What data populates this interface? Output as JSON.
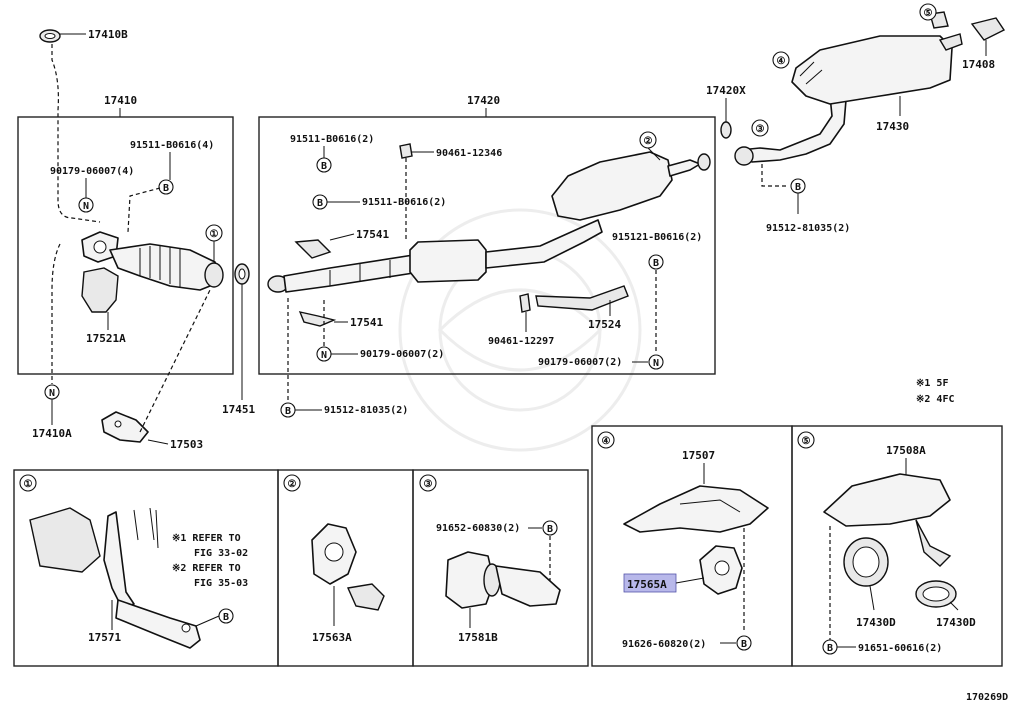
{
  "groups": {
    "g17410": "17410",
    "g17420": "17420",
    "g17430": "17430"
  },
  "parts": {
    "p17410B": "17410B",
    "p91511a": "91511-B0616(4)",
    "p90179a": "90179-06007(4)",
    "p17521A": "17521A",
    "p17410A": "17410A",
    "p17503": "17503",
    "p17451": "17451",
    "p91511b": "91511-B0616(2)",
    "p90461a": "90461-12346",
    "p91511c": "91511-B0616(2)",
    "p17541a": "17541",
    "p17541b": "17541",
    "p90179b": "90179-06007(2)",
    "p91512a": "91512-81035(2)",
    "p915121": "915121-B0616(2)",
    "p90461b": "90461-12297",
    "p17524": "17524",
    "p90179c": "90179-06007(2)",
    "p17420X": "17420X",
    "p91512b": "91512-81035(2)",
    "p17408": "17408"
  },
  "callouts": {
    "c1": "①",
    "c2": "②",
    "c3": "③",
    "c4": "④",
    "c5": "⑤"
  },
  "symbols": {
    "N": "N",
    "B": "B"
  },
  "notes": {
    "n1": "※1 5F",
    "n2": "※2 4FC"
  },
  "details": {
    "d1": {
      "badge": "①",
      "ref1a": "※1 REFER TO",
      "ref1b": "FIG 33-02",
      "ref2a": "※2 REFER TO",
      "ref2b": "FIG 35-03",
      "part": "17571"
    },
    "d2": {
      "badge": "②",
      "part": "17563A"
    },
    "d3": {
      "badge": "③",
      "bolt": "91652-60830(2)",
      "part": "17581B"
    },
    "d4": {
      "badge": "④",
      "part_top": "17507",
      "part_highlight": "17565A",
      "bolt": "91626-60820(2)"
    },
    "d5": {
      "badge": "⑤",
      "part_top": "17508A",
      "gasket1": "17430D",
      "gasket2": "17430D",
      "bolt": "91651-60616(2)"
    }
  },
  "footer": {
    "code": "170269D"
  }
}
